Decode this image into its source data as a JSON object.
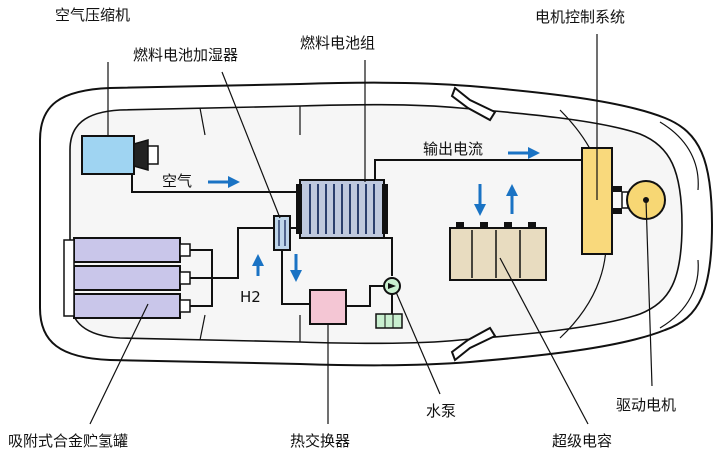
{
  "labels": {
    "air_compressor": "空气压缩机",
    "humidifier": "燃料电池加湿器",
    "fuel_cell_stack": "燃料电池组",
    "motor_controller": "电机控制系统",
    "air": "空气",
    "output_current": "输出电流",
    "h2": "H2",
    "hydrogen_tank": "吸附式合金贮氢罐",
    "heat_exchanger": "热交换器",
    "water_pump": "水泵",
    "supercapacitor": "超级电容",
    "drive_motor": "驱动电机"
  },
  "colors": {
    "arrow_blue": "#1a73c4",
    "compressor_fill": "#9fd4f2",
    "tank_fill": "#c9c6ea",
    "heat_exchanger_fill": "#f4c6d4",
    "controller_fill": "#f9d97c",
    "motor_fill": "#f7d774",
    "capacitor_fill": "#e8dcc0",
    "stack_fill": "#bfc9de"
  }
}
